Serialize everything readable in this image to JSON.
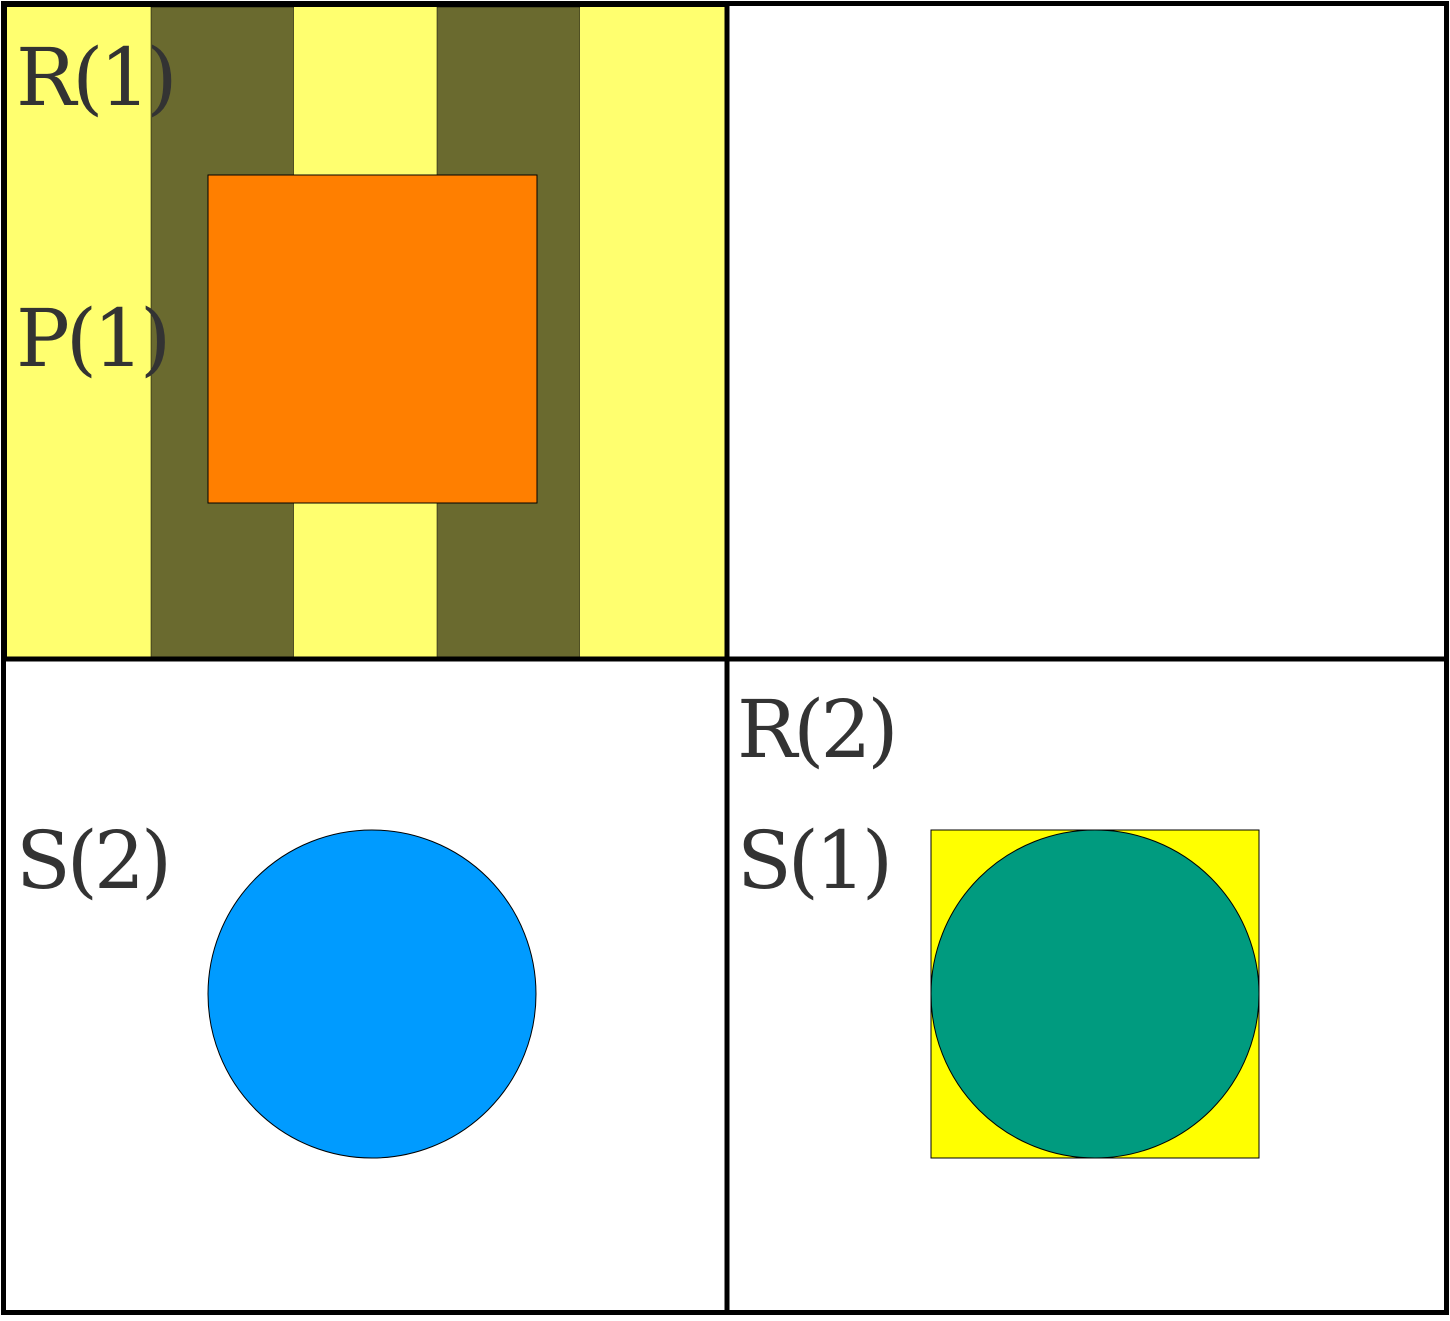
{
  "colors": {
    "text": "#333333",
    "grid_line": "#000000",
    "cell_background": "#ffffff",
    "stripe_light": "#ffff6f",
    "stripe_dark": "#6a6a2f",
    "orange_square": "#ff7f00",
    "blue_circle": "#009bff",
    "yellow_square": "#ffff00",
    "green_circle": "#009b7f"
  },
  "cells": {
    "top_left": {
      "labels": [
        "R(1)",
        "P(1)"
      ],
      "pattern": "vertical-stripes",
      "stripe_colors": [
        "stripe_light",
        "stripe_dark",
        "stripe_light",
        "stripe_dark",
        "stripe_light"
      ],
      "shape": "square",
      "shape_color": "orange_square"
    },
    "top_right": {
      "labels": []
    },
    "bottom_left": {
      "labels": [
        "S(2)"
      ],
      "shape": "circle",
      "shape_color": "blue_circle"
    },
    "bottom_right": {
      "labels": [
        "R(2)",
        "S(1)"
      ],
      "shape": "circle-in-square",
      "square_color": "yellow_square",
      "circle_color": "green_circle"
    }
  }
}
